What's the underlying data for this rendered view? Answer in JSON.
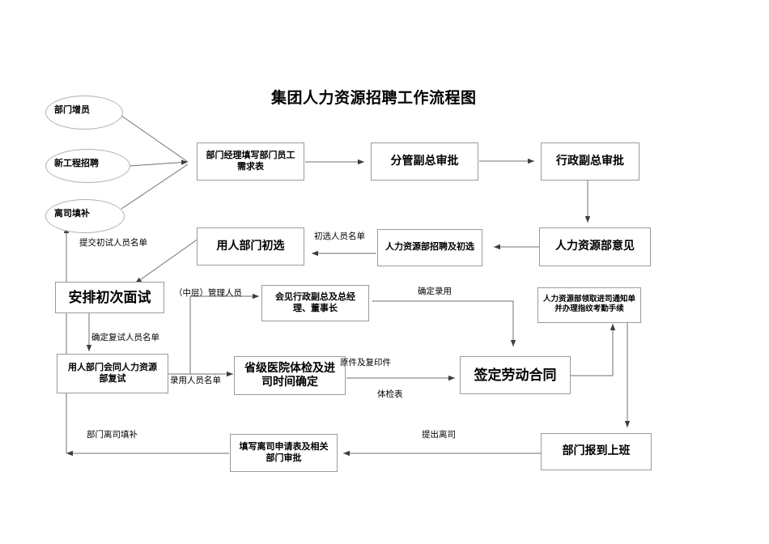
{
  "title": "集团人力资源招聘工作流程图",
  "start_ellipses": [
    {
      "id": "dept-increase",
      "label": "部门增员"
    },
    {
      "id": "new-project-recruit",
      "label": "新工程招聘"
    },
    {
      "id": "resign-backfill",
      "label": "离司填补"
    }
  ],
  "nodes": [
    {
      "id": "dept-manager-form",
      "label": "部门经理填写部门员工需求表"
    },
    {
      "id": "vp-approval",
      "label": "分管副总审批"
    },
    {
      "id": "admin-vp-approval",
      "label": "行政副总审批"
    },
    {
      "id": "hr-opinion",
      "label": "人力资源部意见"
    },
    {
      "id": "hr-recruit-screen",
      "label": "人力资源部招聘及初选"
    },
    {
      "id": "dept-prescreen",
      "label": "用人部门初选"
    },
    {
      "id": "arrange-first-interview",
      "label": "安排初次面试"
    },
    {
      "id": "meet-executives",
      "label": "会见行政副总及总经理、董事长"
    },
    {
      "id": "hr-entry-notice",
      "label": "人力资源部领取进司通知单并办理指纹考勤手续"
    },
    {
      "id": "dept-hr-second-interview",
      "label": "用人部门会同人力资源部复试"
    },
    {
      "id": "hospital-exam",
      "label": "省级医院体检及进司时间确定"
    },
    {
      "id": "sign-contract",
      "label": "签定劳动合同"
    },
    {
      "id": "dept-report-work",
      "label": "部门报到上班"
    },
    {
      "id": "resign-application",
      "label": "填写离司申请表及相关部门审批"
    }
  ],
  "edge_labels": [
    {
      "id": "prescreen-list",
      "text": "初选人员名单"
    },
    {
      "id": "submit-first-list",
      "text": "提交初试人员名单"
    },
    {
      "id": "mid-level-manager",
      "text": "（中层）管理人员"
    },
    {
      "id": "confirm-hire",
      "text": "确定录用"
    },
    {
      "id": "confirm-second-list",
      "text": "确定复试人员名单"
    },
    {
      "id": "hired-list",
      "text": "录用人员名单"
    },
    {
      "id": "original-and-copy",
      "text": "原件及复印件"
    },
    {
      "id": "medical-form",
      "text": "体检表"
    },
    {
      "id": "dept-backfill",
      "text": "部门离司填补"
    },
    {
      "id": "submit-resignation",
      "text": "提出离司"
    }
  ],
  "colors": {
    "stroke": "#6f6f6f",
    "box_border": "#9a9a9a",
    "text": "#000000",
    "background": "#ffffff"
  }
}
